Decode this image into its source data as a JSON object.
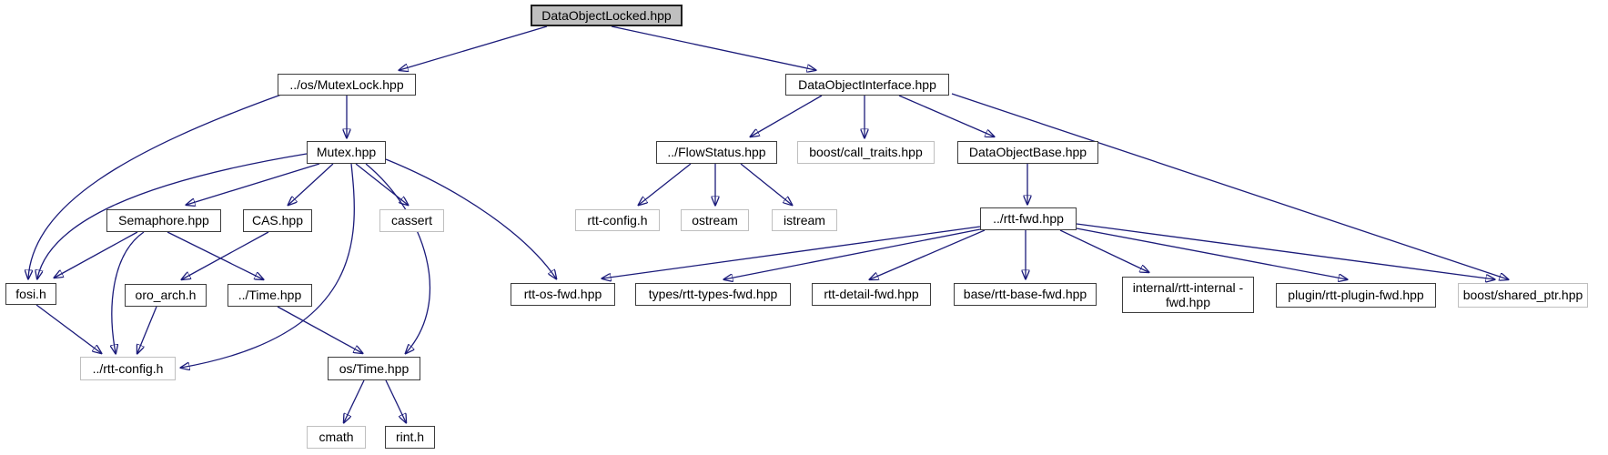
{
  "diagram": {
    "type": "include-dependency-graph",
    "root": "DataObjectLocked.hpp",
    "edge_color": "#1b1b7a",
    "node_fill": "#ffffff",
    "root_fill": "#bfbfbf",
    "internal_border": "#3d3d3d",
    "external_border": "#bfbfbf"
  },
  "nodes": [
    {
      "id": "dataobjectlocked",
      "label": "DataObjectLocked.hpp",
      "kind": "self"
    },
    {
      "id": "mutexlock",
      "label": "../os/MutexLock.hpp",
      "kind": "internal"
    },
    {
      "id": "dataobjectinterface",
      "label": "DataObjectInterface.hpp",
      "kind": "internal"
    },
    {
      "id": "mutex",
      "label": "Mutex.hpp",
      "kind": "internal"
    },
    {
      "id": "flowstatus",
      "label": "../FlowStatus.hpp",
      "kind": "internal"
    },
    {
      "id": "call-traits",
      "label": "boost/call_traits.hpp",
      "kind": "external"
    },
    {
      "id": "dataobjectbase",
      "label": "DataObjectBase.hpp",
      "kind": "internal"
    },
    {
      "id": "semaphore",
      "label": "Semaphore.hpp",
      "kind": "internal"
    },
    {
      "id": "cas",
      "label": "CAS.hpp",
      "kind": "internal"
    },
    {
      "id": "cassert",
      "label": "cassert",
      "kind": "external"
    },
    {
      "id": "rtt-config",
      "label": "rtt-config.h",
      "kind": "external"
    },
    {
      "id": "ostream",
      "label": "ostream",
      "kind": "external"
    },
    {
      "id": "istream",
      "label": "istream",
      "kind": "external"
    },
    {
      "id": "rtt-fwd",
      "label": "../rtt-fwd.hpp",
      "kind": "internal"
    },
    {
      "id": "fosi",
      "label": "fosi.h",
      "kind": "internal"
    },
    {
      "id": "oro-arch",
      "label": "oro_arch.h",
      "kind": "internal"
    },
    {
      "id": "time-rel",
      "label": "../Time.hpp",
      "kind": "internal"
    },
    {
      "id": "rtt-os-fwd",
      "label": "rtt-os-fwd.hpp",
      "kind": "internal"
    },
    {
      "id": "rtt-types-fwd",
      "label": "types/rtt-types-fwd.hpp",
      "kind": "internal"
    },
    {
      "id": "rtt-detail-fwd",
      "label": "rtt-detail-fwd.hpp",
      "kind": "internal"
    },
    {
      "id": "rtt-base-fwd",
      "label": "base/rtt-base-fwd.hpp",
      "kind": "internal"
    },
    {
      "id": "rtt-internal-fwd",
      "label": "internal/rtt-internal -fwd.hpp",
      "kind": "internal"
    },
    {
      "id": "rtt-plugin-fwd",
      "label": "plugin/rtt-plugin-fwd.hpp",
      "kind": "internal"
    },
    {
      "id": "shared-ptr",
      "label": "boost/shared_ptr.hpp",
      "kind": "external"
    },
    {
      "id": "rtt-config-rel",
      "label": "../rtt-config.h",
      "kind": "external"
    },
    {
      "id": "os-time",
      "label": "os/Time.hpp",
      "kind": "internal"
    },
    {
      "id": "cmath",
      "label": "cmath",
      "kind": "external"
    },
    {
      "id": "rint",
      "label": "rint.h",
      "kind": "internal"
    }
  ],
  "edges": [
    {
      "from": "DataObjectLocked.hpp",
      "to": "../os/MutexLock.hpp"
    },
    {
      "from": "DataObjectLocked.hpp",
      "to": "DataObjectInterface.hpp"
    },
    {
      "from": "../os/MutexLock.hpp",
      "to": "Mutex.hpp"
    },
    {
      "from": "../os/MutexLock.hpp",
      "to": "fosi.h"
    },
    {
      "from": "Mutex.hpp",
      "to": "fosi.h"
    },
    {
      "from": "Mutex.hpp",
      "to": "Semaphore.hpp"
    },
    {
      "from": "Mutex.hpp",
      "to": "CAS.hpp"
    },
    {
      "from": "Mutex.hpp",
      "to": "cassert"
    },
    {
      "from": "Mutex.hpp",
      "to": "rtt-os-fwd.hpp"
    },
    {
      "from": "Mutex.hpp",
      "to": "../rtt-config.h"
    },
    {
      "from": "Mutex.hpp",
      "to": "os/Time.hpp"
    },
    {
      "from": "Semaphore.hpp",
      "to": "fosi.h"
    },
    {
      "from": "Semaphore.hpp",
      "to": "../Time.hpp"
    },
    {
      "from": "Semaphore.hpp",
      "to": "../rtt-config.h"
    },
    {
      "from": "CAS.hpp",
      "to": "oro_arch.h"
    },
    {
      "from": "fosi.h",
      "to": "../rtt-config.h"
    },
    {
      "from": "oro_arch.h",
      "to": "../rtt-config.h"
    },
    {
      "from": "../Time.hpp",
      "to": "os/Time.hpp"
    },
    {
      "from": "os/Time.hpp",
      "to": "cmath"
    },
    {
      "from": "os/Time.hpp",
      "to": "rint.h"
    },
    {
      "from": "DataObjectInterface.hpp",
      "to": "../FlowStatus.hpp"
    },
    {
      "from": "DataObjectInterface.hpp",
      "to": "boost/call_traits.hpp"
    },
    {
      "from": "DataObjectInterface.hpp",
      "to": "DataObjectBase.hpp"
    },
    {
      "from": "DataObjectInterface.hpp",
      "to": "boost/shared_ptr.hpp"
    },
    {
      "from": "../FlowStatus.hpp",
      "to": "rtt-config.h"
    },
    {
      "from": "../FlowStatus.hpp",
      "to": "ostream"
    },
    {
      "from": "../FlowStatus.hpp",
      "to": "istream"
    },
    {
      "from": "DataObjectBase.hpp",
      "to": "../rtt-fwd.hpp"
    },
    {
      "from": "../rtt-fwd.hpp",
      "to": "rtt-os-fwd.hpp"
    },
    {
      "from": "../rtt-fwd.hpp",
      "to": "types/rtt-types-fwd.hpp"
    },
    {
      "from": "../rtt-fwd.hpp",
      "to": "rtt-detail-fwd.hpp"
    },
    {
      "from": "../rtt-fwd.hpp",
      "to": "base/rtt-base-fwd.hpp"
    },
    {
      "from": "../rtt-fwd.hpp",
      "to": "internal/rtt-internal-fwd.hpp"
    },
    {
      "from": "../rtt-fwd.hpp",
      "to": "plugin/rtt-plugin-fwd.hpp"
    },
    {
      "from": "../rtt-fwd.hpp",
      "to": "boost/shared_ptr.hpp"
    }
  ]
}
